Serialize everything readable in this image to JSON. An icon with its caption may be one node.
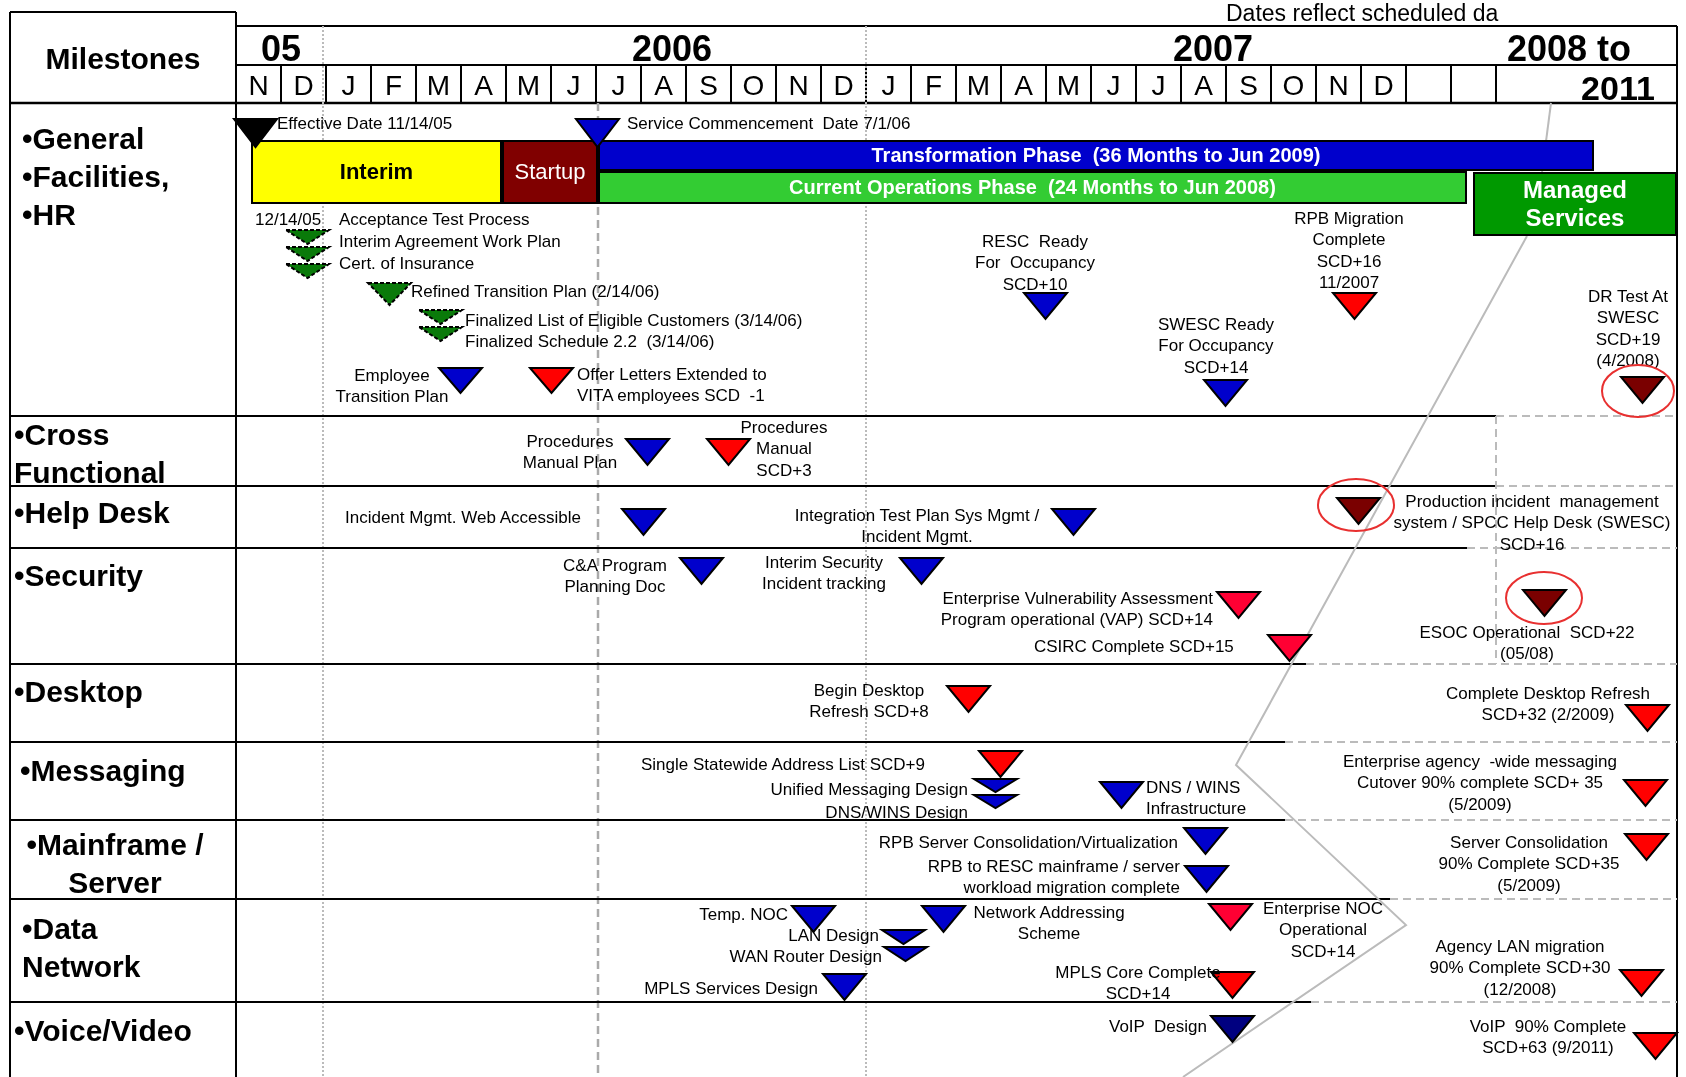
{
  "diagram": {
    "nodes": [
      {
        "text": [
          "Interim"
        ]
      },
      {
        "text": [
          "Startup"
        ]
      },
      {
        "text": [
          "Transformation Phase  (36 Months to Jun 2009)"
        ]
      },
      {
        "text": [
          "Current Operations Phase  (24 Months to Jun 2008)"
        ]
      },
      {
        "text": [
          "Managed Services"
        ]
      },
      {
        "text": [],
        "shape": "triangle",
        "beside": [
          "Effective Date 11/14/05"
        ]
      },
      {
        "text": [],
        "shape": "triangle",
        "beside": [
          "Service Commencement  Date 7/1/06"
        ]
      },
      {
        "text": [],
        "shape": "triangle",
        "beside": [
          "Acceptance Test Process"
        ]
      },
      {
        "text": [],
        "shape": "triangle",
        "beside": [
          "Interim Agreement Work Plan"
        ]
      },
      {
        "text": [],
        "shape": "triangle",
        "beside": [
          "Cert. of Insurance"
        ]
      },
      {
        "text": [],
        "shape": "triangle",
        "beside": [
          "Refined Transition Plan (2/14/06)"
        ]
      },
      {
        "text": [],
        "shape": "triangle",
        "beside": [
          "Finalized List of Eligible Customers (3/14/06)"
        ]
      },
      {
        "text": [],
        "shape": "triangle",
        "beside": [
          "Finalized Schedule 2.2  (3/14/06)"
        ]
      },
      {
        "text": [],
        "shape": "triangle",
        "beside": [
          "Employee Transition Plan"
        ]
      },
      {
        "text": [],
        "shape": "triangle",
        "beside": [
          "Offer Letters Extended to VITA employees SCD  -1"
        ]
      },
      {
        "text": [],
        "shape": "triangle",
        "beside": [
          "RESC  Ready For  Occupancy SCD+10"
        ]
      },
      {
        "text": [],
        "shape": "triangle",
        "beside": [
          "RPB Migration Complete SCD+16 11/2007"
        ]
      },
      {
        "text": [],
        "shape": "triangle",
        "beside": [
          "SWESC Ready For Occupancy SCD+14"
        ]
      },
      {
        "text": [],
        "shape": "triangle",
        "beside": [
          "DR Test At SWESC SCD+19 (4/2008)"
        ]
      },
      {
        "text": [],
        "shape": "triangle",
        "beside": [
          "Procedures Manual Plan"
        ]
      },
      {
        "text": [],
        "shape": "triangle",
        "beside": [
          "Procedures Manual SCD+3"
        ]
      },
      {
        "text": [],
        "shape": "triangle",
        "beside": [
          "Incident Mgmt. Web Accessible"
        ]
      },
      {
        "text": [],
        "shape": "triangle",
        "beside": [
          "Integration Test Plan Sys Mgmt / Incident Mgmt."
        ]
      },
      {
        "text": [],
        "shape": "triangle",
        "beside": [
          "Production incident  management system / SPCC Help Desk (SWESC) SCD+16"
        ]
      },
      {
        "text": [],
        "shape": "triangle",
        "beside": [
          "C&A Program Planning Doc"
        ]
      },
      {
        "text": [],
        "shape": "triangle",
        "beside": [
          "Interim Security Incident tracking"
        ]
      },
      {
        "text": [],
        "shape": "triangle",
        "beside": [
          "Enterprise Vulnerability Assessment Program operational (VAP) SCD+14"
        ]
      },
      {
        "text": [],
        "shape": "triangle",
        "beside": [
          "CSIRC Complete SCD+15"
        ]
      },
      {
        "text": [],
        "shape": "triangle",
        "beside": [
          "ESOC Operational  SCD+22 (05/08)"
        ]
      },
      {
        "text": [],
        "shape": "triangle",
        "beside": [
          "Begin Desktop Refresh SCD+8"
        ]
      },
      {
        "text": [],
        "shape": "triangle",
        "beside": [
          "Complete Desktop Refresh SCD+32 (2/2009)"
        ]
      },
      {
        "text": [],
        "shape": "triangle",
        "beside": [
          "Single Statewide Address List SCD+9"
        ]
      },
      {
        "text": [],
        "shape": "triangle",
        "beside": [
          "Unified Messaging Design"
        ]
      },
      {
        "text": [],
        "shape": "triangle",
        "beside": [
          "DNS/WINS Design"
        ]
      },
      {
        "text": [],
        "shape": "triangle",
        "beside": [
          "DNS / WINS Infrastructure"
        ]
      },
      {
        "text": [],
        "shape": "triangle",
        "beside": [
          "Enterprise agency  -wide messaging Cutover 90% complete SCD+ 35 (5/2009)"
        ]
      },
      {
        "text": [],
        "shape": "triangle",
        "beside": [
          "RPB Server Consolidation/Virtualization"
        ]
      },
      {
        "text": [],
        "shape": "triangle",
        "beside": [
          "RPB to RESC mainframe / server workload migration complete"
        ]
      },
      {
        "text": [],
        "shape": "triangle",
        "beside": [
          "Server Consolidation 90% Complete SCD+35 (5/2009)"
        ]
      },
      {
        "text": [],
        "shape": "triangle",
        "beside": [
          "Temp. NOC"
        ]
      },
      {
        "text": [],
        "shape": "triangle",
        "beside": [
          "LAN Design"
        ]
      },
      {
        "text": [],
        "shape": "triangle",
        "beside": [
          "WAN Router Design"
        ]
      },
      {
        "text": [],
        "shape": "triangle",
        "beside": [
          "MPLS Services Design"
        ]
      },
      {
        "text": [],
        "shape": "triangle",
        "beside": [
          "Network Addressing Scheme"
        ]
      },
      {
        "text": [],
        "shape": "triangle",
        "beside": [
          "Enterprise NOC Operational SCD+14"
        ]
      },
      {
        "text": [],
        "shape": "triangle",
        "beside": [
          "MPLS Core Complete SCD+14"
        ]
      },
      {
        "text": [],
        "shape": "triangle",
        "beside": [
          "Agency LAN migration 90% Complete SCD+30 (12/2008)"
        ]
      },
      {
        "text": [],
        "shape": "triangle",
        "beside": [
          "VoIP  Design"
        ]
      },
      {
        "text": [],
        "shape": "triangle",
        "beside": [
          "VoIP  90% Complete SCD+63 (9/2011)"
        ]
      }
    ],
    "labels": [
      "Dates reflect scheduled da",
      "Milestones",
      "05",
      "2006",
      "2007",
      "2008 to",
      "N",
      "D",
      "J",
      "F",
      "M",
      "A",
      "M",
      "J",
      "J",
      "A",
      "S",
      "O",
      "N",
      "D",
      "J",
      "F",
      "M",
      "A",
      "M",
      "J",
      "J",
      "A",
      "S",
      "O",
      "N",
      "D",
      "2011",
      "•General",
      "•Facilities,",
      "•HR",
      "12/14/05",
      "•Cross Functional",
      "•Help Desk",
      "•Security",
      "•Desktop",
      "•Messaging",
      "•Mainframe / Server",
      "•Data Network",
      "•Voice/Video"
    ]
  }
}
